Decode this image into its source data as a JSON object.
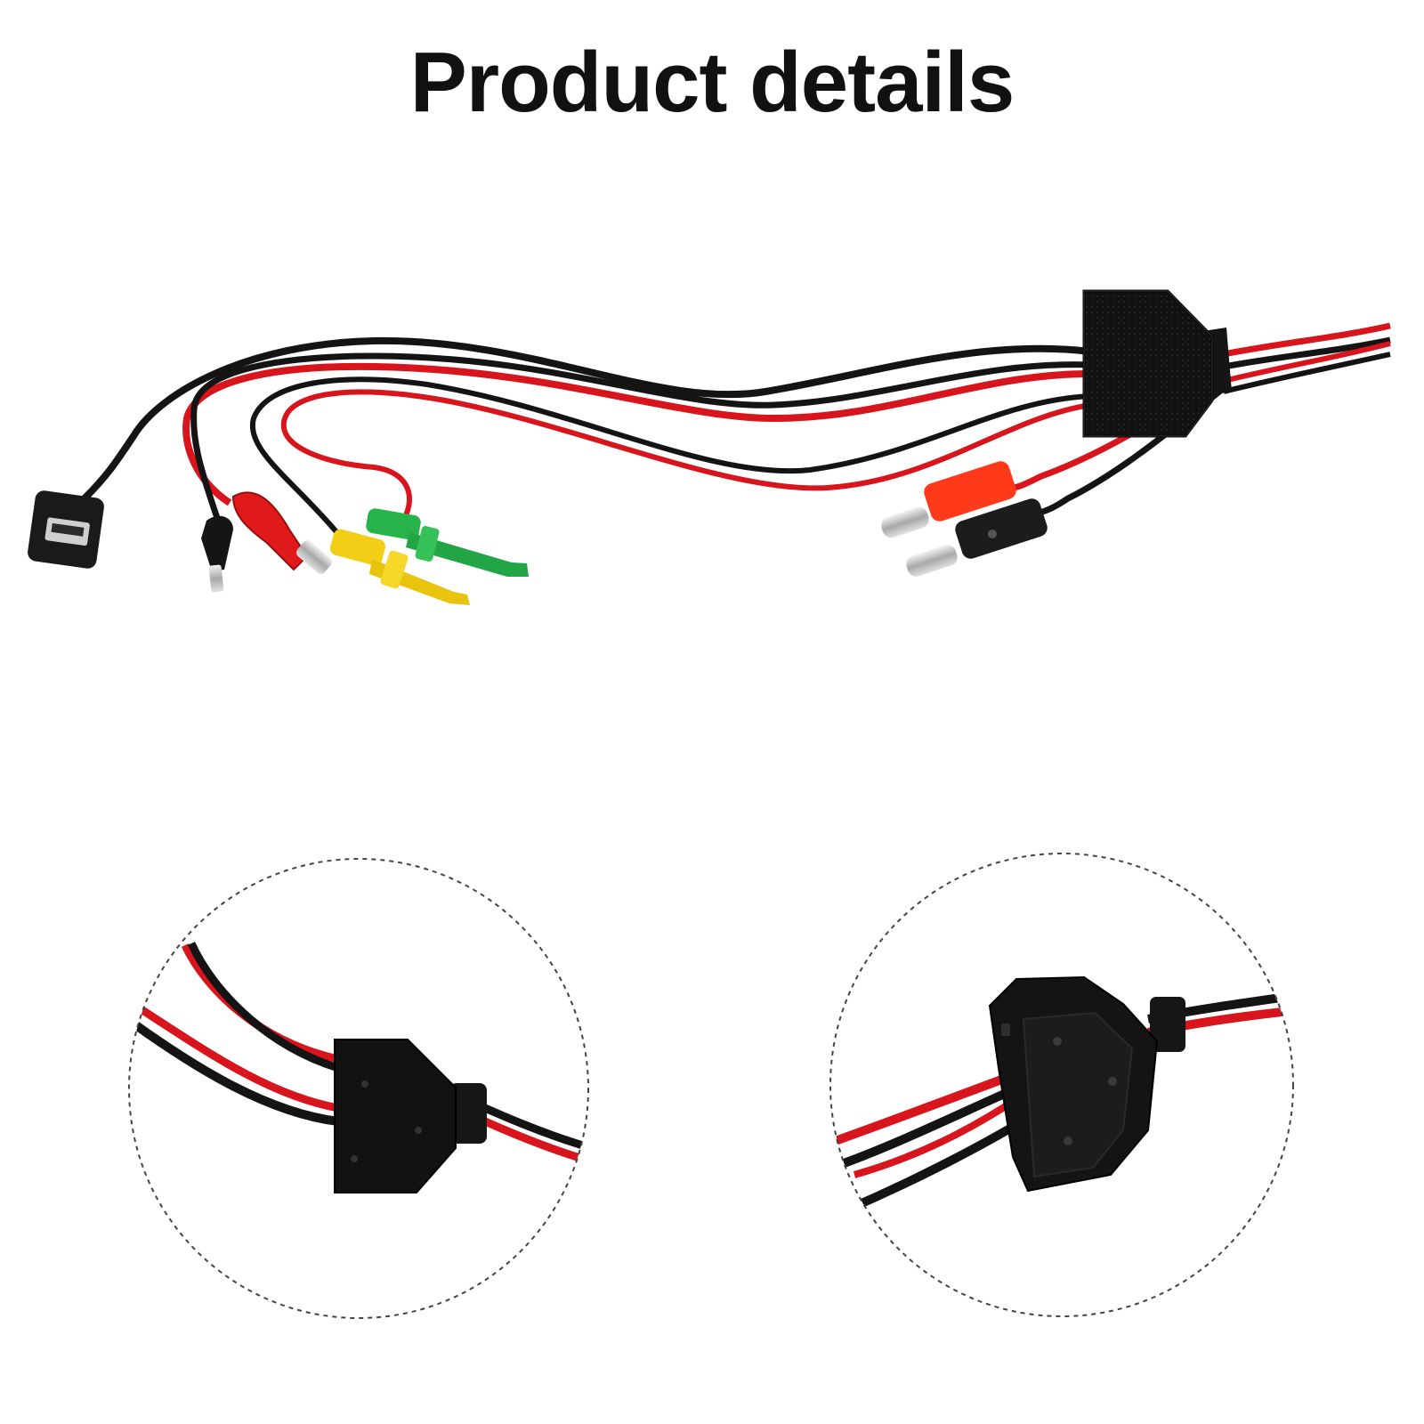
{
  "heading": {
    "title": "Product details"
  },
  "colors": {
    "background": "#ffffff",
    "wire_black": "#141414",
    "wire_red": "#d8141c",
    "clip_red": "#e01a1a",
    "hook_yellow": "#f2cf16",
    "hook_green": "#27b34a",
    "plug_red": "#ff3a1a",
    "metal": "#c9c9c9",
    "circle_border": "#444444"
  },
  "photo": {
    "main": "cable-assembly-photo",
    "details": [
      "junction-box-detail-left",
      "junction-box-detail-right"
    ]
  }
}
